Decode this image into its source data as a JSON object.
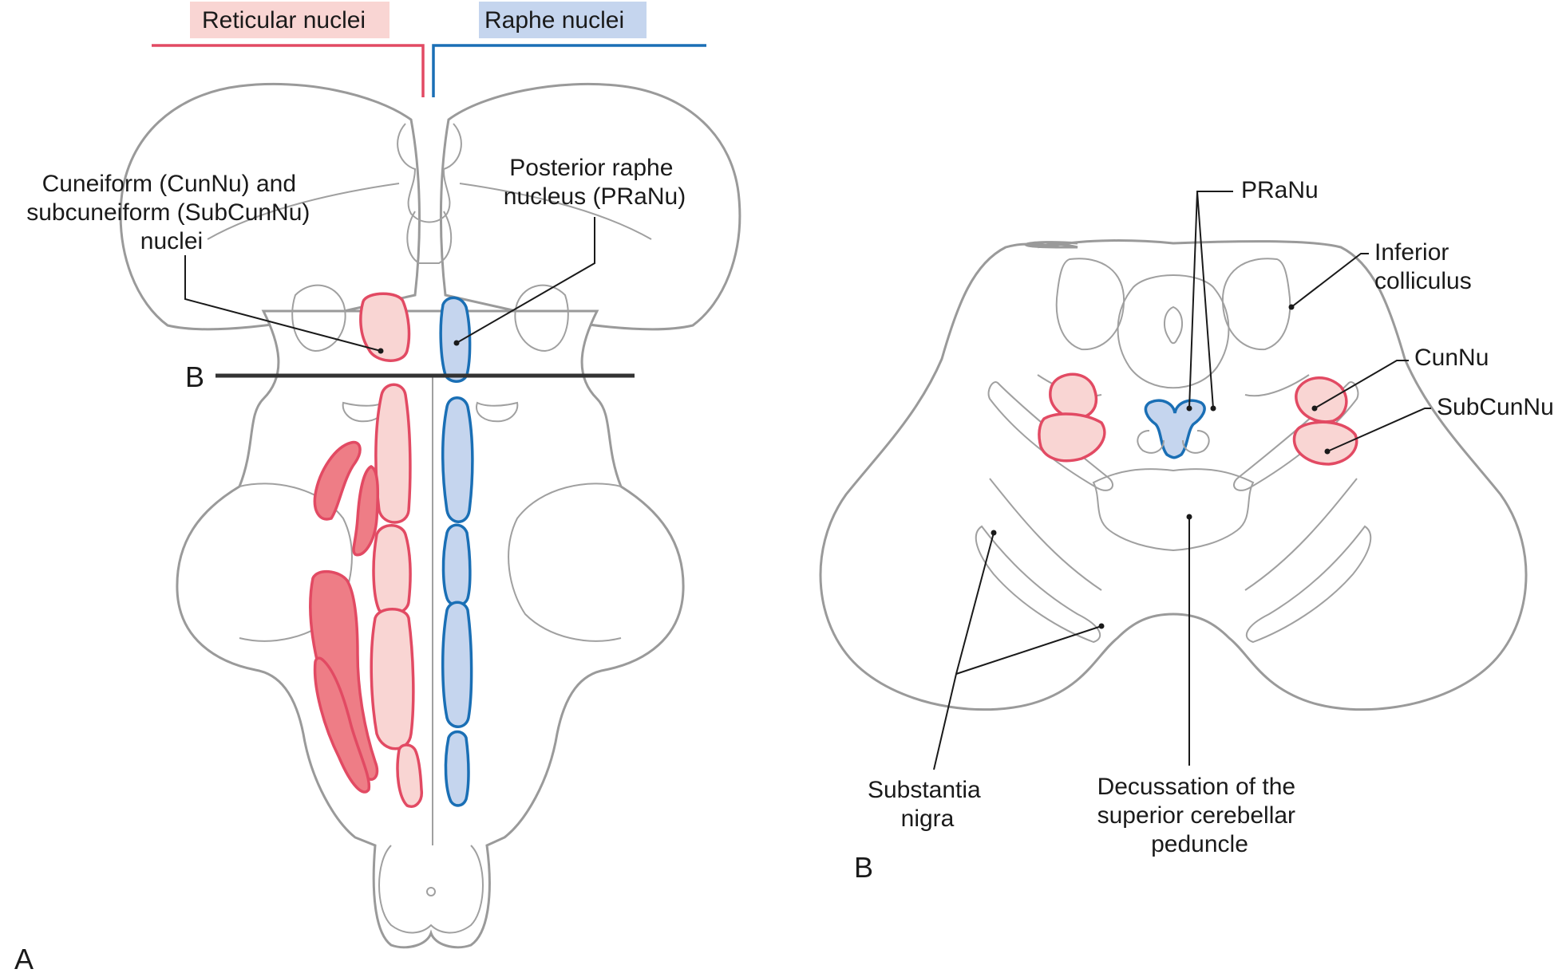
{
  "header": {
    "reticular_label": "Reticular nuclei",
    "raphe_label": "Raphe nuclei"
  },
  "panel_a": {
    "letter": "A",
    "section_marker": "B",
    "cunnu_label_lines": [
      "Cuneiform (CunNu) and",
      "subcuneiform (SubCunNu)",
      "nuclei"
    ],
    "pranu_label_lines": [
      "Posterior raphe",
      "nucleus (PRaNu)"
    ]
  },
  "panel_b": {
    "letter": "B",
    "pranu": "PRaNu",
    "inferior_colliculus_lines": [
      "Inferior",
      "colliculus"
    ],
    "cunnu": "CunNu",
    "subcunnu": "SubCunNu",
    "substantia_nigra_lines": [
      "Substantia",
      "nigra"
    ],
    "decussation_lines": [
      "Decussation of the",
      "superior cerebellar",
      "peduncle"
    ]
  },
  "colors": {
    "reticular_fill": "#f9d5d3",
    "reticular_dark_fill": "#ee7d86",
    "reticular_stroke": "#e24a63",
    "raphe_fill": "#c5d5ee",
    "raphe_stroke": "#1a6fb5",
    "outline": "#9a9a9a"
  }
}
